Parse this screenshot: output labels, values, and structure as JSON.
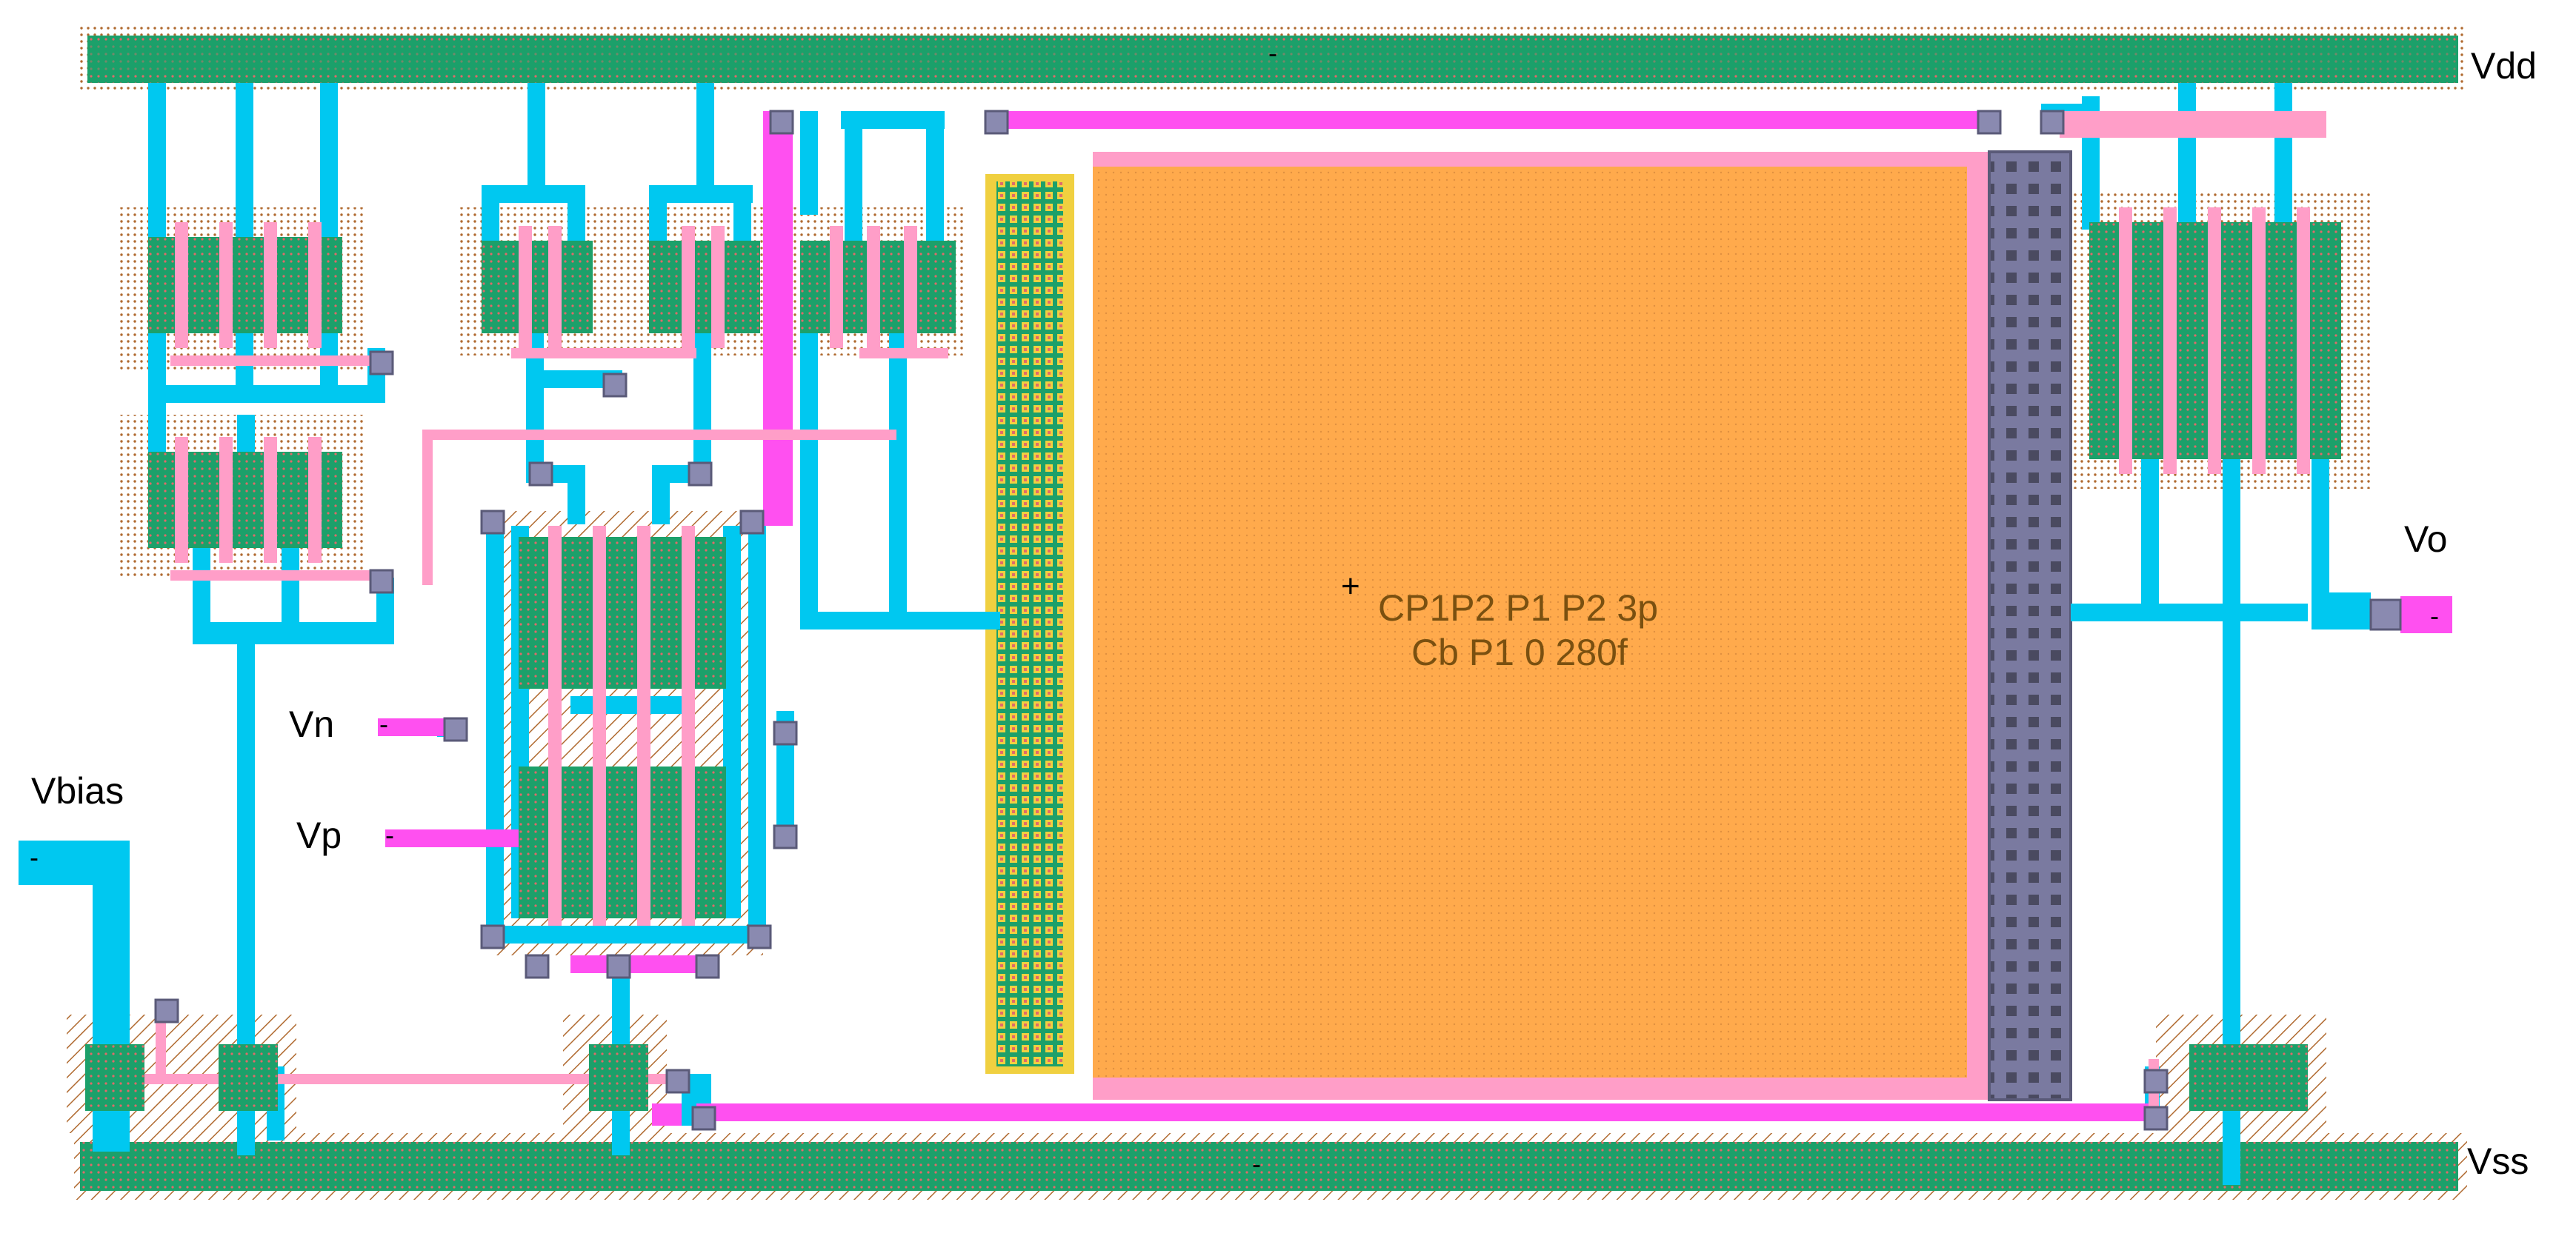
{
  "labels": {
    "vdd": "Vdd",
    "vss": "Vss",
    "vo": "Vo",
    "vn": "Vn",
    "vp": "Vp",
    "vbias": "Vbias"
  },
  "capacitor": {
    "line1": "CP1P2 P1 P2 3p",
    "line2": "Cb P1 0 280f",
    "marker": "+"
  },
  "pin_marker": "-",
  "colors": {
    "metal1": "#00c8f0",
    "metal2": "#ff50f0",
    "poly": "#ff9ec8",
    "diffusion": "#1ca06a",
    "contact": "#6c6c90",
    "cap_poly2": "#ffaa4c",
    "nwell_dots": "#b06a30",
    "pwell_hatch": "#b06a30"
  }
}
